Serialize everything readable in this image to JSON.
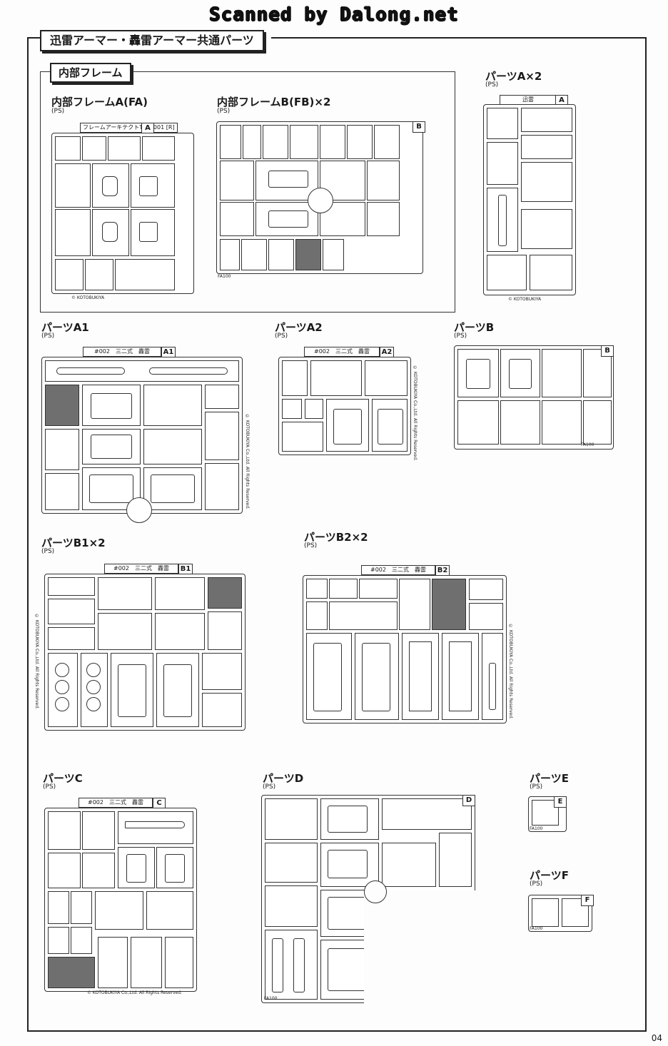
{
  "header": {
    "scanned": "Scanned by Dalong.net"
  },
  "section_title": "迅雷アーマー・轟雷アーマー共通パーツ",
  "inner_title": "内部フレーム",
  "frame_a": {
    "title": "内部フレームA(FA)",
    "ps": "(PS)",
    "tag": "フレームアーキテクトTYPE001 [R]",
    "letter": "A",
    "copy": "© KOTOBUKIYA"
  },
  "frame_b": {
    "title": "内部フレームB(FB)×2",
    "ps": "(PS)",
    "letter": "B",
    "fa": "FA100"
  },
  "parts_a": {
    "title": "パーツA×2",
    "ps": "(PS)",
    "tag": "迅雷",
    "letter": "A",
    "copy": "© KOTOBUKIYA"
  },
  "parts_a1": {
    "title": "パーツA1",
    "ps": "(PS)",
    "tag": "#002　三二式　轟雷",
    "letter": "A1",
    "copy": "© KOTOBUKIYA Co.,Ltd. All Rights Reserved."
  },
  "parts_a2": {
    "title": "パーツA2",
    "ps": "(PS)",
    "tag": "#002　三二式　轟雷",
    "letter": "A2",
    "copy": "© KOTOBUKIYA Co.,Ltd. All Rights Reserved."
  },
  "parts_b": {
    "title": "パーツB",
    "ps": "(PS)",
    "letter": "B",
    "fa": "FA100"
  },
  "parts_b1": {
    "title": "パーツB1×2",
    "ps": "(PS)",
    "tag": "#002　三二式　轟雷",
    "letter": "B1",
    "copy": "© KOTOBUKIYA Co.,Ltd. All Rights Reserved."
  },
  "parts_b2": {
    "title": "パーツB2×2",
    "ps": "(PS)",
    "tag": "#002　三二式　轟雷",
    "letter": "B2",
    "copy": "© KOTOBUKIYA Co.,Ltd. All Rights Reserved."
  },
  "parts_c": {
    "title": "パーツC",
    "ps": "(PS)",
    "tag": "#002　三二式　轟雷",
    "letter": "C",
    "copy": "© KOTOBUKIYA Co.,Ltd. All Rights Reserved."
  },
  "parts_d": {
    "title": "パーツD",
    "ps": "(PS)",
    "letter": "D",
    "fa": "FA100"
  },
  "parts_e": {
    "title": "パーツE",
    "ps": "(PS)",
    "letter": "E",
    "fa": "FA100"
  },
  "parts_f": {
    "title": "パーツF",
    "ps": "(PS)",
    "letter": "F",
    "fa": "FA100"
  },
  "page_number": "04"
}
